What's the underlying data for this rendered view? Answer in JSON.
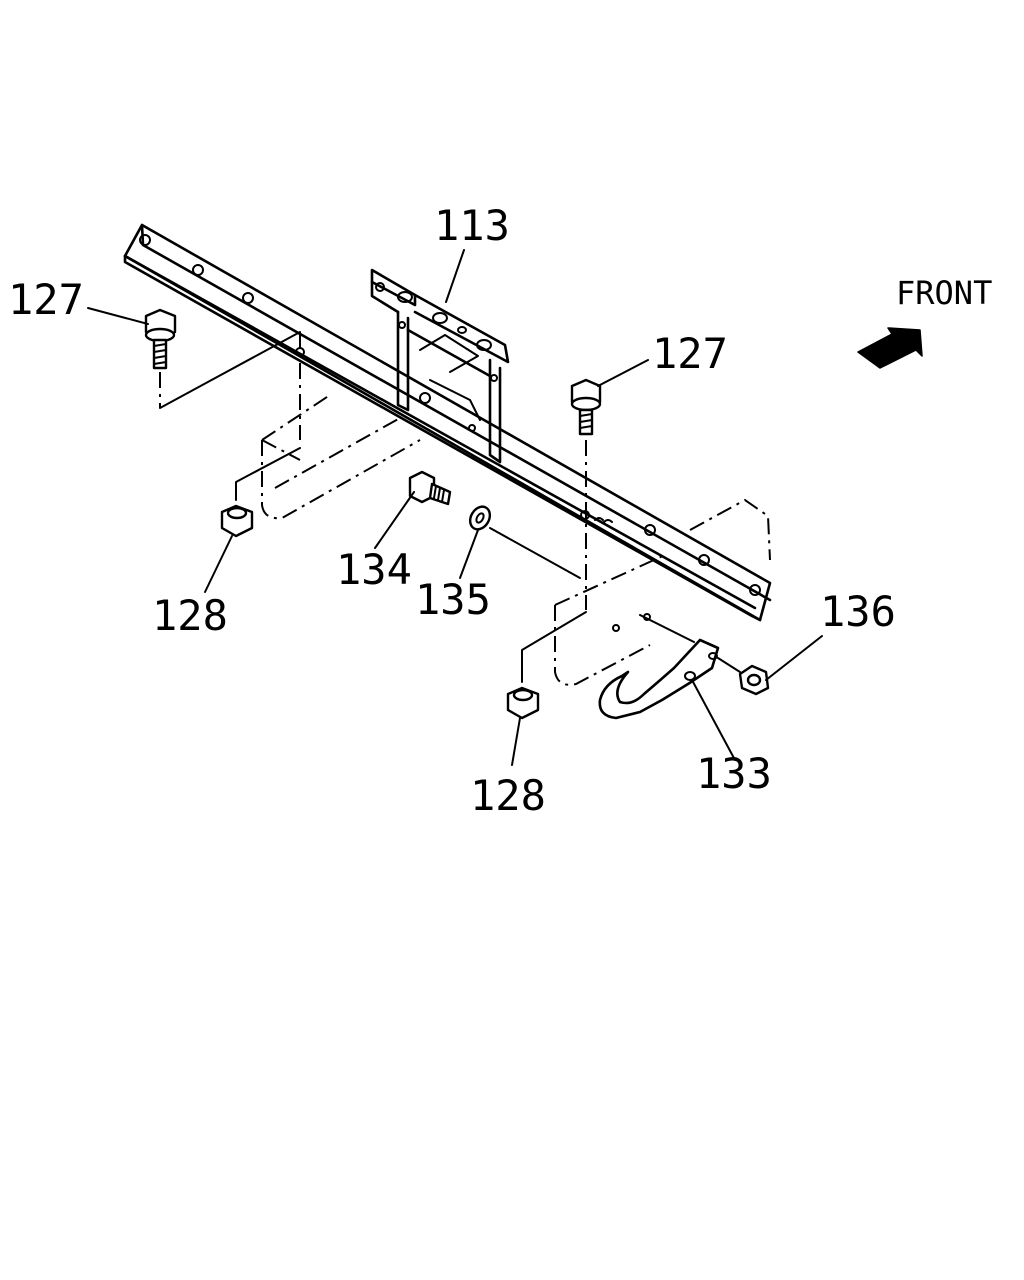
{
  "labels": {
    "p113": "113",
    "p127a": "127",
    "p127b": "127",
    "p128a": "128",
    "p128b": "128",
    "p133": "133",
    "p134": "134",
    "p135": "135",
    "p136": "136",
    "front": "FRONT"
  },
  "icons": {
    "direction": "front-arrow-icon"
  }
}
